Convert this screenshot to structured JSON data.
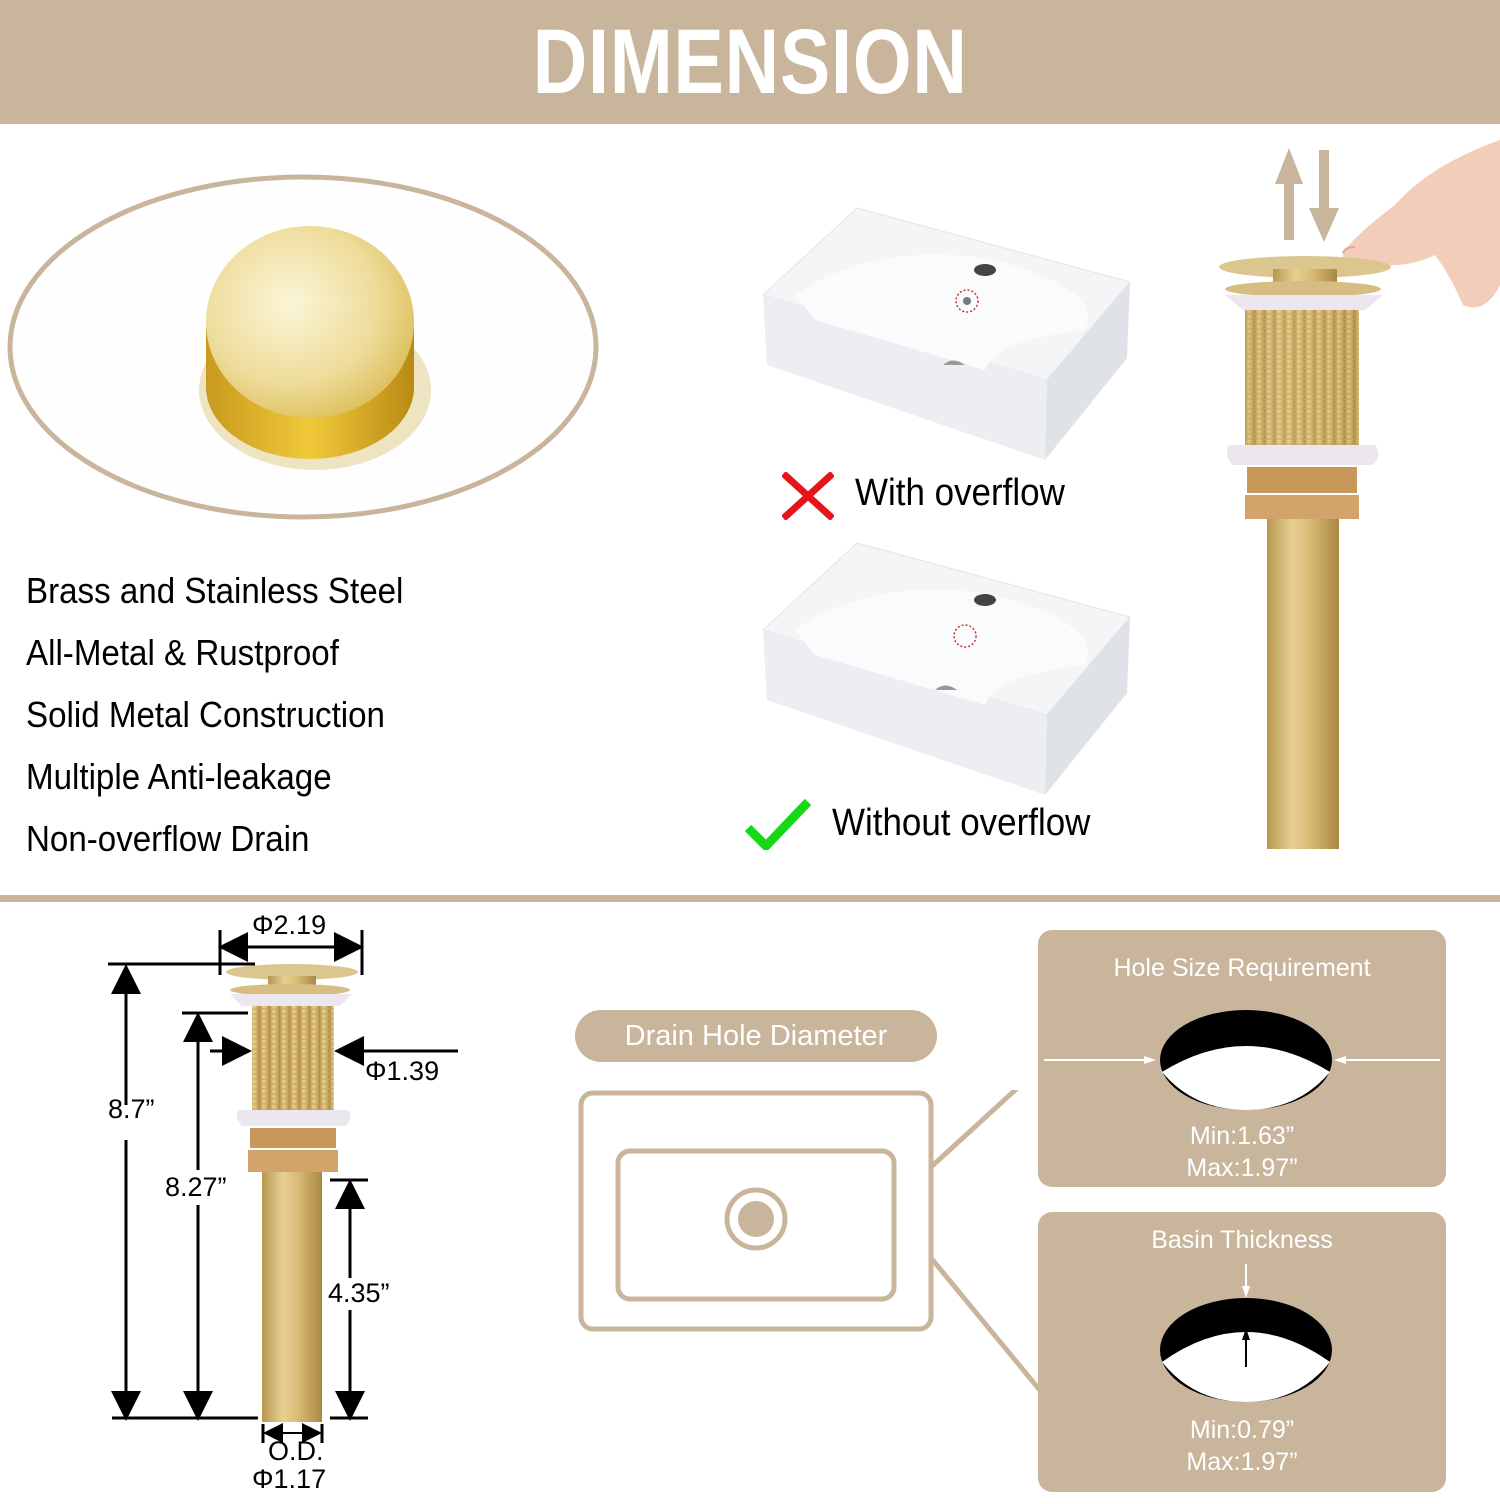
{
  "header": {
    "title": "DIMENSION"
  },
  "colors": {
    "accent": "#c9b59c",
    "brass": "#c8a96a",
    "wrong": "#e8141b",
    "right": "#17d817"
  },
  "features": [
    "Brass and Stainless Steel",
    "All-Metal & Rustproof",
    "Solid Metal Construction",
    "Multiple Anti-leakage",
    "Non-overflow Drain"
  ],
  "sinks": {
    "with_overflow": {
      "icon": "cross-icon",
      "label": "With overflow"
    },
    "without_overflow": {
      "icon": "check-icon",
      "label": "Without overflow"
    }
  },
  "pop_up": {
    "icon": "up-down-arrows-icon"
  },
  "dimensions": {
    "cap_diameter": "Φ2.19",
    "thread_diameter": "Φ1.39",
    "total_height": "8.7”",
    "body_height": "8.27”",
    "tail_height": "4.35”",
    "od_label": "O.D.",
    "od_value": "Φ1.17"
  },
  "drain_hole": {
    "label": "Drain Hole Diameter"
  },
  "hole_size": {
    "title": "Hole Size Requirement",
    "min": "Min:1.63”",
    "max": "Max:1.97”"
  },
  "basin_thickness": {
    "title": "Basin Thickness",
    "min": "Min:0.79”",
    "max": "Max:1.97”"
  }
}
